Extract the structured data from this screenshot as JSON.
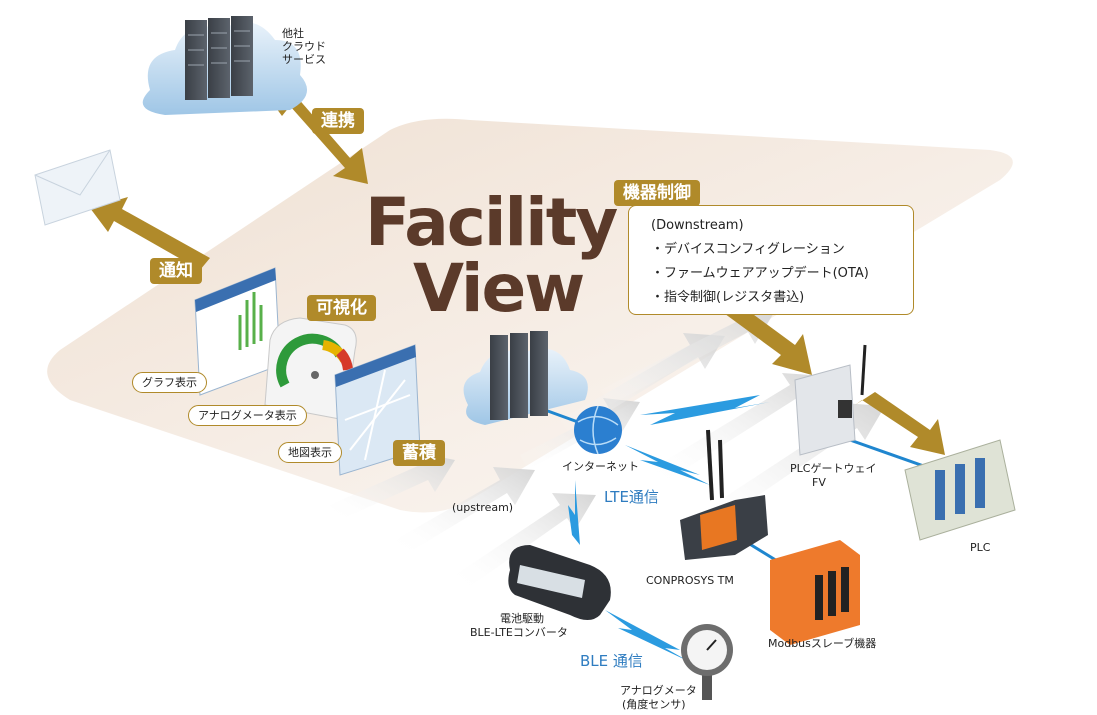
{
  "title": {
    "line1": "Facility",
    "line2": "View"
  },
  "tags": {
    "renkei": "連携",
    "tsuchi": "通知",
    "kashika": "可視化",
    "chikuseki": "蓄積",
    "kiki_seigyo": "機器制御"
  },
  "control_box": {
    "heading": "(Downstream)",
    "items": [
      "・デバイスコンフィグレーション",
      "・ファームウェアアップデート(OTA)",
      "・指令制御(レジスタ書込)"
    ]
  },
  "visual_pills": {
    "graph": "グラフ表示",
    "analog": "アナログメータ表示",
    "map": "地図表示"
  },
  "labels": {
    "cloud_other": [
      "他社",
      "クラウド",
      "サービス"
    ],
    "internet": "インターネット",
    "upstream": "(upstream)",
    "lte": "LTE通信",
    "ble": "BLE 通信",
    "conprosys": "CONPROSYS TM",
    "plc_gateway": [
      "PLCゲートウェイ",
      "FV"
    ],
    "plc": "PLC",
    "modbus": "Modbusスレーブ機器",
    "battery": [
      "電池駆動",
      "BLE-LTEコンバータ"
    ],
    "meter": [
      "アナログメータ",
      "(角度センサ)"
    ]
  },
  "colors": {
    "gold": "#b08a2a",
    "brown_title": "#5b3a2a",
    "blue_text": "#2e7cc0",
    "platform": "#f3e7dc"
  }
}
